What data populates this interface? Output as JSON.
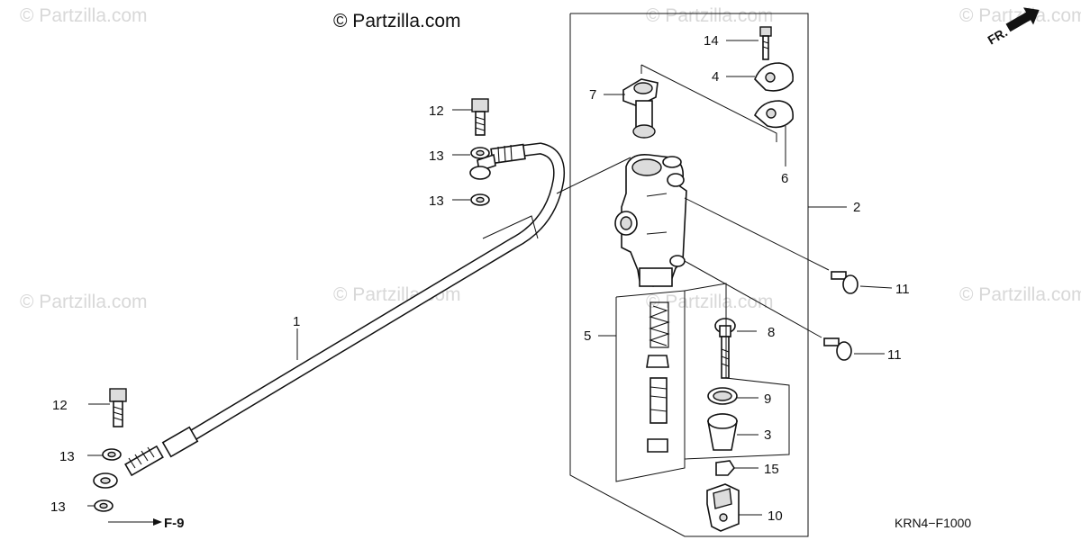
{
  "watermark_text": "© Partzilla.com",
  "brand_text": "© Partzilla.com",
  "diagram_code": "KRN4−F1000",
  "front_indicator": "FR.",
  "reference_arrow_label": "F-9",
  "callouts": {
    "c1": "1",
    "c2": "2",
    "c3": "3",
    "c4": "4",
    "c5": "5",
    "c6": "6",
    "c7": "7",
    "c8": "8",
    "c9": "9",
    "c10": "10",
    "c11a": "11",
    "c11b": "11",
    "c12a": "12",
    "c12b": "12",
    "c13a": "13",
    "c13b": "13",
    "c13c": "13",
    "c13d": "13",
    "c14": "14",
    "c15": "15"
  }
}
